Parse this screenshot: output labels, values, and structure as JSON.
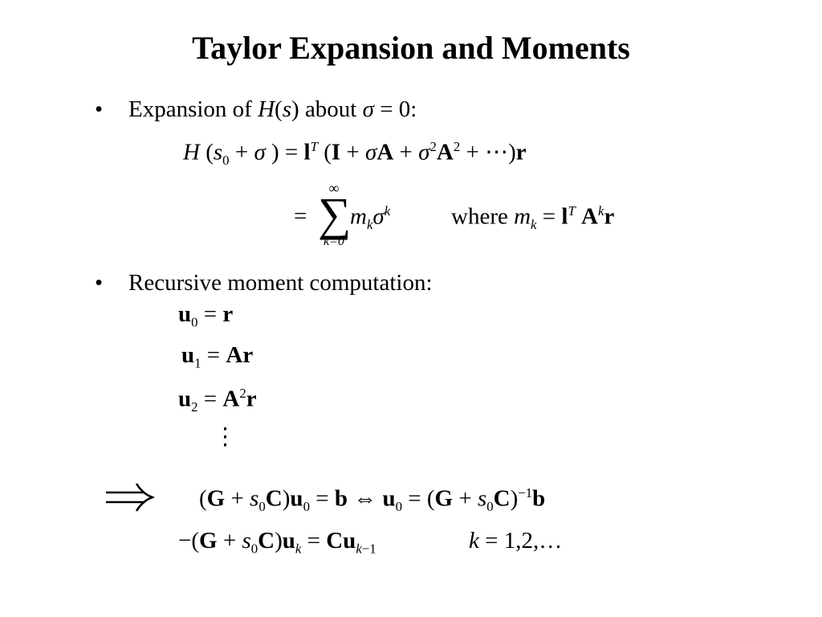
{
  "slide": {
    "title": "Taylor Expansion and Moments",
    "bullets": [
      {
        "marker": "•",
        "lead": "Expansion of ",
        "H": "H",
        "s": "s",
        "mid": " about ",
        "sigma": "σ",
        "tail": " = 0:"
      },
      {
        "marker": "•",
        "text": "Recursive moment computation:"
      }
    ],
    "where_word": "where",
    "sum_upper": "∞",
    "sum_lower": "k=0",
    "implies_symbol": "⟹",
    "vertical_dots": "⋮",
    "equations": {
      "sum_k_range": "k = 1,2,…"
    }
  }
}
